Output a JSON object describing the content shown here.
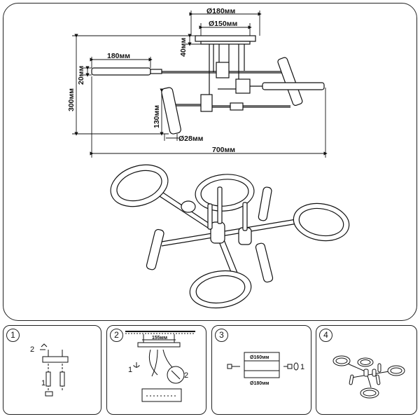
{
  "dimensions": {
    "canopy_outer": "Ø180мм",
    "canopy_inner": "Ø150мм",
    "canopy_height": "40мм",
    "lamp_length": "180мм",
    "arm_thickness": "20мм",
    "total_height": "300мм",
    "spot_length": "130мм",
    "spot_diameter": "Ø28мм",
    "total_width": "700мм"
  },
  "steps": [
    {
      "number": "1",
      "callouts": [
        "2",
        "1"
      ]
    },
    {
      "number": "2",
      "dimension": "155мм",
      "callouts": [
        "1",
        "2"
      ]
    },
    {
      "number": "3",
      "dimensions": [
        "Ø160мм",
        "Ø180мм"
      ],
      "callouts": [
        "1"
      ]
    },
    {
      "number": "4"
    }
  ]
}
